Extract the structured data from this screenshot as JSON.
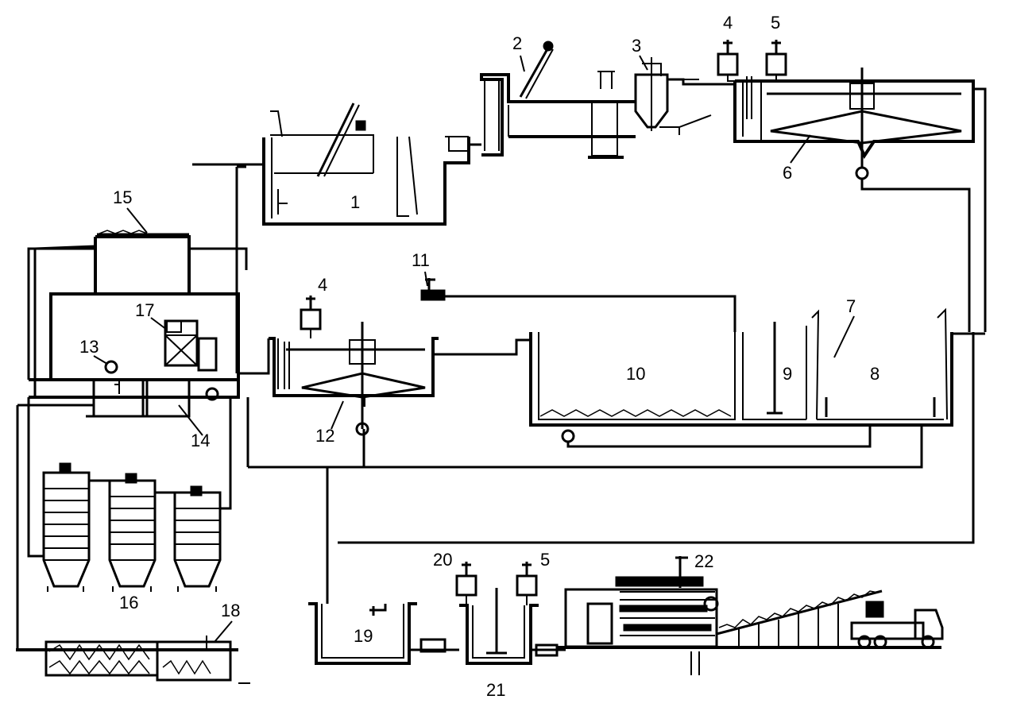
{
  "labels": {
    "n1": "1",
    "n2": "2",
    "n3": "3",
    "n4a": "4",
    "n5a": "5",
    "n6": "6",
    "n7": "7",
    "n8": "8",
    "n9": "9",
    "n10": "10",
    "n11": "11",
    "n4b": "4",
    "n12": "12",
    "n13": "13",
    "n14": "14",
    "n15": "15",
    "n16": "16",
    "n17": "17",
    "n18": "18",
    "n19": "19",
    "n20": "20",
    "n5b": "5",
    "n21": "21",
    "n22": "22"
  },
  "colors": {
    "ink": "#000000",
    "paper": "#ffffff"
  }
}
